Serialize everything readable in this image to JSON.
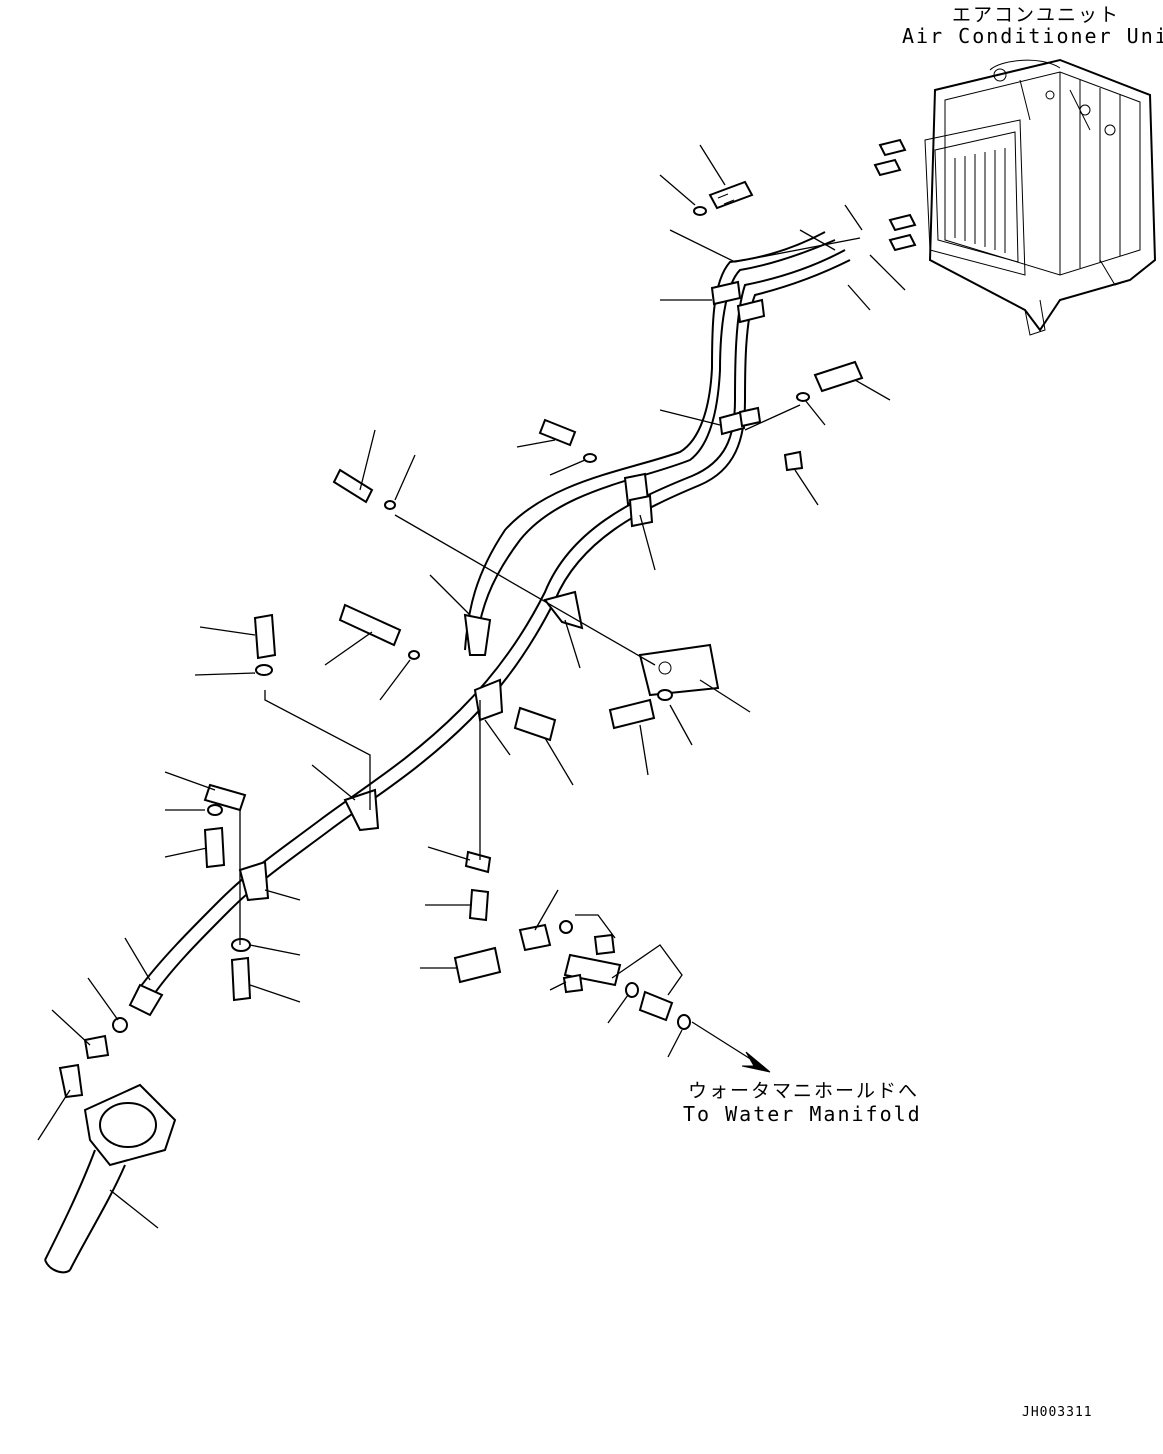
{
  "labels": {
    "ac_unit_jp": "エアコンユニット",
    "ac_unit_en": "Air Conditioner Unit",
    "to_manifold_jp": "ウォータマニホールドへ",
    "to_manifold_en": "To Water Manifold",
    "drawing_code": "JH003311"
  }
}
